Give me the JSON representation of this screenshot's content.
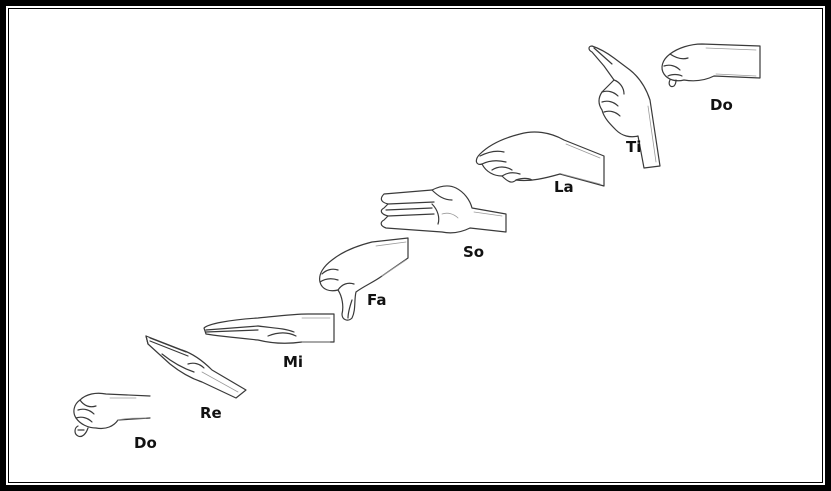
{
  "signs": [
    {
      "syllable": "Do",
      "gesture": "fist"
    },
    {
      "syllable": "Re",
      "gesture": "flat-hand-angled-up"
    },
    {
      "syllable": "Mi",
      "gesture": "flat-hand-horizontal"
    },
    {
      "syllable": "Fa",
      "gesture": "thumb-pointing-down"
    },
    {
      "syllable": "So",
      "gesture": "open-palm-facing-in"
    },
    {
      "syllable": "La",
      "gesture": "relaxed-hand-palm-down"
    },
    {
      "syllable": "Ti",
      "gesture": "index-finger-pointing-up"
    },
    {
      "syllable": "Do",
      "gesture": "fist"
    }
  ],
  "colors": {
    "frame": "#000000",
    "background": "#ffffff",
    "line": "#3a3a3a",
    "text": "#111111"
  }
}
